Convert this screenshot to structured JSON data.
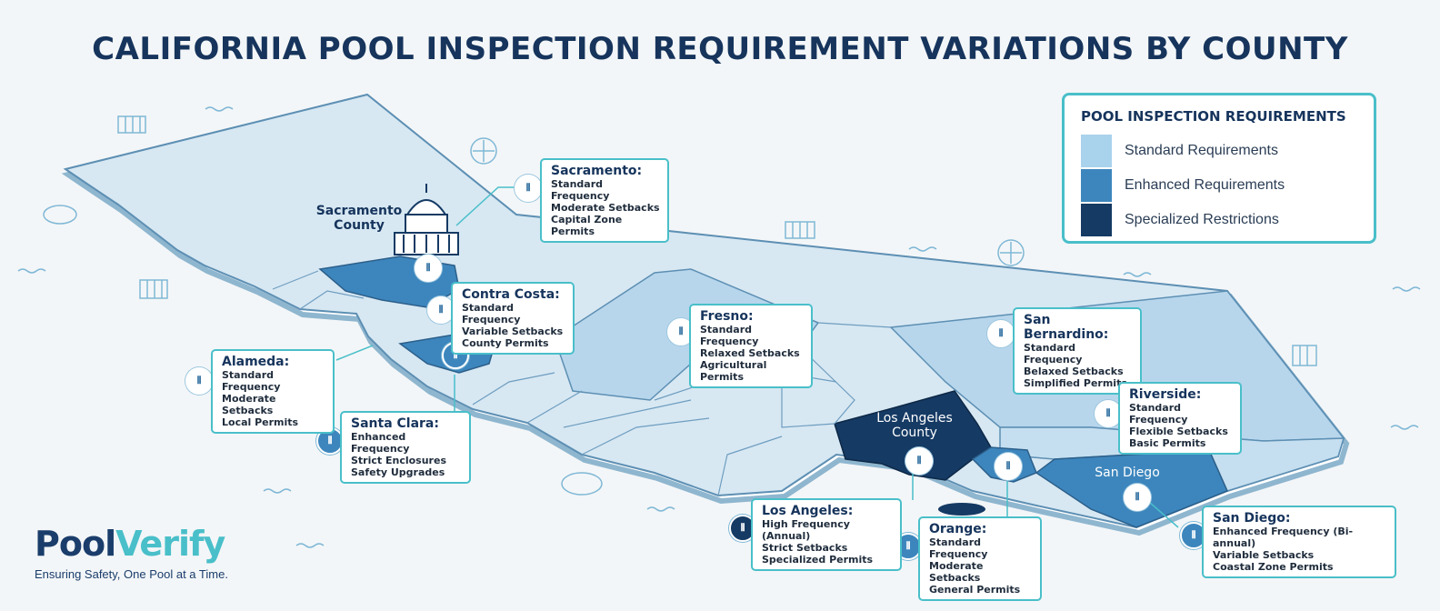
{
  "title": "CALIFORNIA POOL INSPECTION REQUIREMENT VARIATIONS BY COUNTY",
  "colors": {
    "standard": "#bad8ec",
    "enhanced": "#3d86bd",
    "specialized": "#153a64",
    "accent": "#49bfc9",
    "title": "#16345c"
  },
  "legend": {
    "title": "POOL INSPECTION REQUIREMENTS",
    "items": [
      {
        "label": "Standard Requirements",
        "color": "#a9d2ec"
      },
      {
        "label": "Enhanced Requirements",
        "color": "#3d86bd"
      },
      {
        "label": "Specialized Restrictions",
        "color": "#153a64"
      }
    ]
  },
  "map_labels": {
    "sacramento": "Sacramento County",
    "los_angeles": "Los Angeles County",
    "san_diego": "San Diego"
  },
  "callouts": {
    "sacramento": {
      "title": "Sacramento:",
      "lines": [
        "Standard Frequency",
        "Moderate Setbacks",
        "Capital Zone Permits"
      ]
    },
    "contra_costa": {
      "title": "Contra Costa:",
      "lines": [
        "Standard Frequency",
        "Variable Setbacks",
        "County Permits"
      ]
    },
    "fresno": {
      "title": "Fresno:",
      "lines": [
        "Standard Frequency",
        "Relaxed Setbacks",
        "Agricultural Permits"
      ]
    },
    "san_bernardino": {
      "title": "San Bernardino:",
      "lines": [
        "Standard Frequency",
        "Belaxed Setbacks",
        "Simplified Permits"
      ]
    },
    "alameda": {
      "title": "Alameda:",
      "lines": [
        "Standard Frequency",
        "Moderate Setbacks",
        "Local Permits"
      ]
    },
    "riverside": {
      "title": "Riverside:",
      "lines": [
        "Standard Frequency",
        "Flexible Setbacks",
        "Basic Permits"
      ]
    },
    "santa_clara": {
      "title": "Santa Clara:",
      "lines": [
        "Enhanced Frequency",
        "Strict Enclosures",
        "Safety Upgrades"
      ]
    },
    "los_angeles": {
      "title": "Los Angeles:",
      "lines": [
        "High Frequency (Annual)",
        "Strict Setbacks",
        "Specialized Permits"
      ]
    },
    "orange": {
      "title": "Orange:",
      "lines": [
        "Standard Frequency",
        "Moderate Setbacks",
        "General Permits"
      ]
    },
    "san_diego": {
      "title": "San Diego:",
      "lines": [
        "Enhanced Frequency (Bi-annual)",
        "Variable Setbacks",
        "Coastal Zone Permits"
      ]
    }
  },
  "logo": {
    "name_part1": "Pool",
    "name_part2": "Verify",
    "tagline": "Ensuring Safety, One Pool at a Time."
  }
}
